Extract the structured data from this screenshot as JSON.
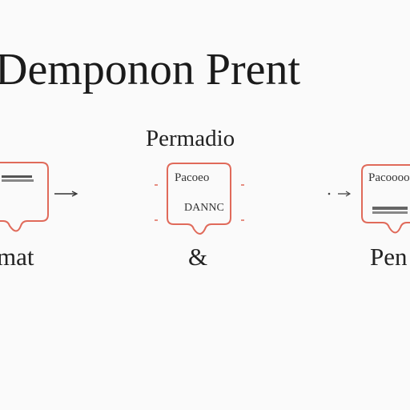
{
  "title": "Demponon Prent",
  "subtitle": "Permadio",
  "nodes": [
    {
      "top_text": "",
      "bottom_text": "",
      "caption": "mat"
    },
    {
      "top_text": "Pacoeo",
      "bottom_text": "DANNC",
      "caption": "&"
    },
    {
      "top_text": "Pacoooo",
      "bottom_text": "",
      "caption": "Pen"
    }
  ],
  "colors": {
    "accent": "#e06a5a",
    "text": "#222222",
    "background": "#fafafa"
  }
}
